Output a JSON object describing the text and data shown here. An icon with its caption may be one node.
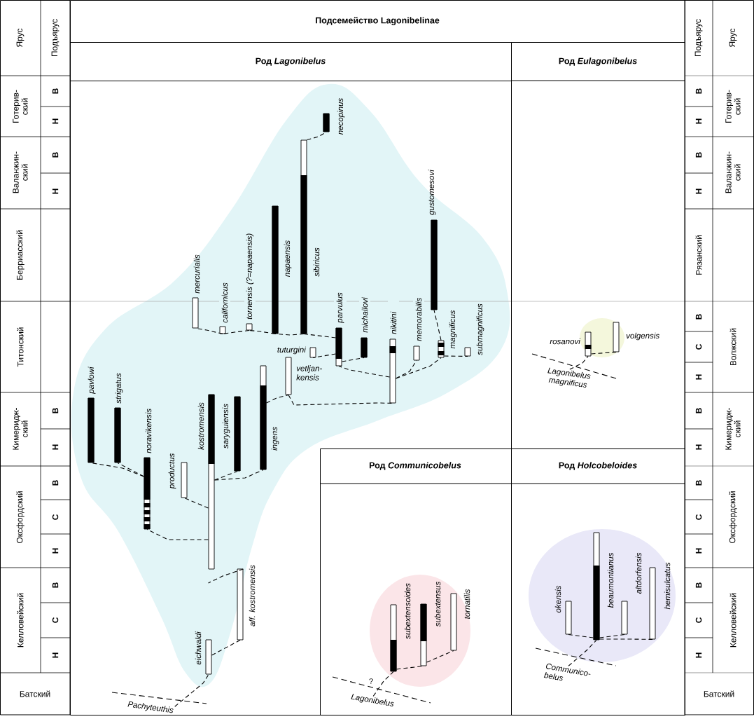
{
  "diagram": {
    "nodes": [
      {
        "text": [
          "Подсемейство Lagonibelinae"
        ]
      },
      {
        "text": [
          "Род *Lagonibelus*"
        ],
        "in": 0
      },
      {
        "text": [
          "Род *Eulagonibelus*"
        ],
        "in": 0
      },
      {
        "text": [
          "Род *Communicobelus*"
        ],
        "in": 0
      },
      {
        "text": [
          "Род *Holcobeloides*"
        ],
        "in": 0
      },
      {
        "text": [],
        "shape": "bar",
        "beside": [
          "necopinus"
        ],
        "in": 0
      },
      {
        "text": [],
        "shape": "bar",
        "beside": [
          "sibiricus"
        ],
        "in": 0
      },
      {
        "text": [],
        "shape": "bar",
        "beside": [
          "napaensis"
        ],
        "in": 0
      },
      {
        "text": [],
        "shape": "bar",
        "beside": [
          "gustomesovi"
        ],
        "in": 0
      },
      {
        "text": [],
        "shape": "bar",
        "beside": [
          "mercurialis"
        ],
        "in": 0
      },
      {
        "text": [],
        "shape": "bar",
        "beside": [
          "californicus"
        ],
        "in": 0
      },
      {
        "text": [],
        "shape": "bar",
        "beside": [
          "tornensis (?=napaensis)"
        ],
        "in": 0
      },
      {
        "text": [],
        "shape": "bar",
        "beside": [
          "parvulus"
        ],
        "in": 0
      },
      {
        "text": [],
        "shape": "bar",
        "beside": [
          "michailovi"
        ],
        "in": 0
      },
      {
        "text": [],
        "shape": "bar",
        "beside": [
          "nikitini"
        ],
        "in": 0
      },
      {
        "text": [],
        "shape": "bar",
        "beside": [
          "memorabilis"
        ],
        "in": 0
      },
      {
        "text": [],
        "shape": "bar",
        "beside": [
          "magnificus"
        ],
        "in": 0
      },
      {
        "text": [],
        "shape": "bar",
        "beside": [
          "submagnificus"
        ],
        "in": 0
      },
      {
        "text": [],
        "shape": "bar",
        "beside": [
          "tuturgini"
        ],
        "in": 0
      },
      {
        "text": [],
        "shape": "bar",
        "beside": [
          "vetljan- kensis"
        ],
        "in": 0
      },
      {
        "text": [],
        "shape": "bar",
        "beside": [
          "ingens"
        ],
        "in": 0
      },
      {
        "text": [],
        "shape": "bar",
        "beside": [
          "pavlowi"
        ],
        "in": 0
      },
      {
        "text": [],
        "shape": "bar",
        "beside": [
          "strigatus"
        ],
        "in": 0
      },
      {
        "text": [],
        "shape": "bar",
        "beside": [
          "noravikensis"
        ],
        "in": 0
      },
      {
        "text": [],
        "shape": "bar",
        "beside": [
          "kostromensis"
        ],
        "in": 0
      },
      {
        "text": [],
        "shape": "bar",
        "beside": [
          "saryguiensis"
        ],
        "in": 0
      },
      {
        "text": [],
        "shape": "bar",
        "beside": [
          "productus"
        ],
        "in": 0
      },
      {
        "text": [],
        "shape": "bar",
        "beside": [
          "aff. kostromensis"
        ],
        "in": 0
      },
      {
        "text": [],
        "shape": "bar",
        "beside": [
          "eichwaldi"
        ],
        "in": 0
      },
      {
        "text": [
          "Pachyteuthis"
        ],
        "in": 0
      },
      {
        "text": [],
        "shape": "bar",
        "beside": [
          "rosanovi"
        ],
        "in": 2
      },
      {
        "text": [],
        "shape": "bar",
        "beside": [
          "volgensis"
        ],
        "in": 2
      },
      {
        "text": [
          "Lagonibelus magnificus"
        ],
        "in": 2
      },
      {
        "text": [],
        "shape": "bar",
        "beside": [
          "subextensoides"
        ],
        "in": 3
      },
      {
        "text": [],
        "shape": "bar",
        "beside": [
          "subextensus"
        ],
        "in": 3
      },
      {
        "text": [],
        "shape": "bar",
        "beside": [
          "tornatilis"
        ],
        "in": 3
      },
      {
        "text": [
          "Lagonibelus"
        ],
        "in": 3
      },
      {
        "text": [],
        "shape": "bar",
        "beside": [
          "okensis"
        ],
        "in": 4
      },
      {
        "text": [],
        "shape": "bar",
        "beside": [
          "beaumontianus"
        ],
        "in": 4
      },
      {
        "text": [],
        "shape": "bar",
        "beside": [
          "altdorfensis"
        ],
        "in": 4
      },
      {
        "text": [],
        "shape": "bar",
        "beside": [
          "hemisulcatus"
        ],
        "in": 4
      },
      {
        "text": [
          "Communico- belus"
        ],
        "in": 4
      }
    ],
    "edges": [
      {
        "from": 29,
        "to": 28,
        "arrow": "none"
      },
      {
        "from": 28,
        "to": 27,
        "arrow": "none"
      },
      {
        "from": 27,
        "to": 24,
        "arrow": "none"
      },
      {
        "from": 24,
        "to": 23,
        "arrow": "none"
      },
      {
        "from": 24,
        "to": 26,
        "arrow": "none"
      },
      {
        "from": 24,
        "to": 25,
        "arrow": "none"
      },
      {
        "from": 24,
        "to": 20,
        "arrow": "none"
      },
      {
        "from": 23,
        "to": 21,
        "arrow": "none"
      },
      {
        "from": 23,
        "to": 22,
        "arrow": "none"
      },
      {
        "from": 20,
        "to": 19,
        "arrow": "none"
      },
      {
        "from": 19,
        "to": 14,
        "arrow": "none"
      },
      {
        "from": 14,
        "to": 12,
        "arrow": "none"
      },
      {
        "from": 12,
        "to": 13,
        "arrow": "none"
      },
      {
        "from": 12,
        "to": 18,
        "arrow": "none"
      },
      {
        "from": 12,
        "to": 6,
        "arrow": "none"
      },
      {
        "from": 6,
        "to": 7,
        "arrow": "none"
      },
      {
        "from": 7,
        "to": 11,
        "arrow": "none"
      },
      {
        "from": 11,
        "to": 10,
        "arrow": "none"
      },
      {
        "from": 10,
        "to": 9,
        "arrow": "none"
      },
      {
        "from": 6,
        "to": 5,
        "arrow": "none"
      },
      {
        "from": 14,
        "to": 15,
        "arrow": "none"
      },
      {
        "from": 14,
        "to": 16,
        "arrow": "none"
      },
      {
        "from": 16,
        "to": 8,
        "arrow": "none"
      },
      {
        "from": 16,
        "to": 17,
        "arrow": "none"
      },
      {
        "from": 32,
        "to": 30,
        "arrow": "none"
      },
      {
        "from": 30,
        "to": 31,
        "arrow": "none"
      },
      {
        "from": 36,
        "to": 33,
        "arrow": "none"
      },
      {
        "from": 33,
        "to": 34,
        "arrow": "none"
      },
      {
        "from": 34,
        "to": 35,
        "arrow": "none"
      },
      {
        "from": 41,
        "to": 38,
        "arrow": "none"
      },
      {
        "from": 38,
        "to": 37,
        "arrow": "none"
      },
      {
        "from": 38,
        "to": 39,
        "arrow": "none"
      },
      {
        "from": 38,
        "to": 40,
        "arrow": "none"
      }
    ],
    "labels": [
      "Ярус",
      "Подъярус",
      "Готерив- ский",
      "В",
      "Н",
      "Валанжин- ский",
      "В",
      "Н",
      "Берриасский",
      "Титонский",
      "Кимеридж- ский",
      "В",
      "Н",
      "Оксфордский",
      "В",
      "С",
      "Н",
      "Келловейский",
      "В",
      "С",
      "Н",
      "Батский",
      "Подъярус",
      "Ярус",
      "В",
      "Н",
      "Готерив- ский",
      "В",
      "Н",
      "Валанжин- ский",
      "Рязанский",
      "В",
      "С",
      "Н",
      "Волжский",
      "В",
      "Н",
      "Кимеридж- ский",
      "В",
      "С",
      "Н",
      "Оксфордский",
      "В",
      "С",
      "Н",
      "Келловейский",
      "Батский",
      "?"
    ]
  }
}
